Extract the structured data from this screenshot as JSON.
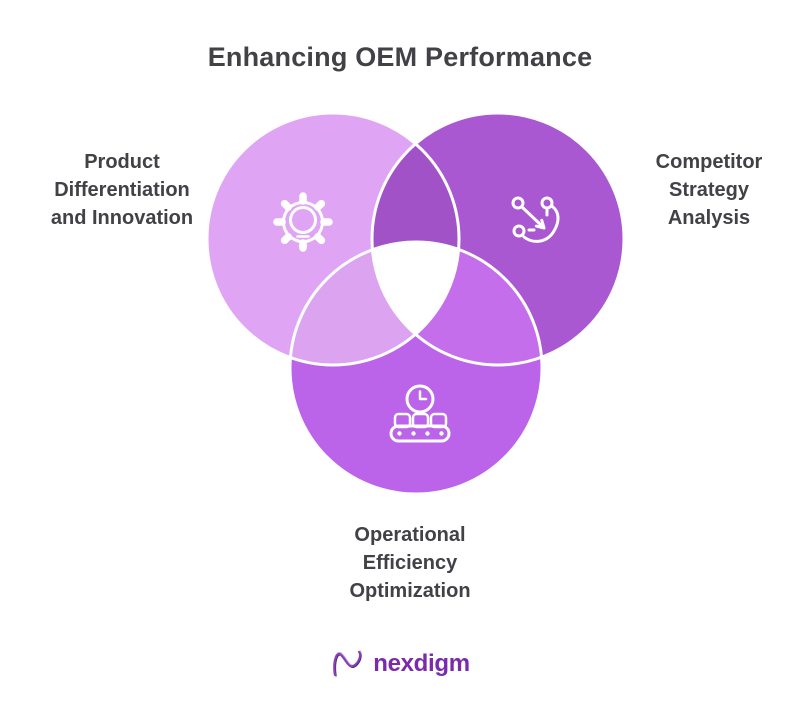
{
  "title": "Enhancing OEM Performance",
  "colors": {
    "left_circle": "#e0a4f4",
    "right_circle": "#a958d1",
    "bottom_circle": "#bb63e9",
    "left_right_overlap": "#a152c6",
    "left_bottom_overlap": "#dba3f0",
    "right_bottom_overlap": "#c56eec",
    "center_overlap": "#ffffff",
    "label_text": "#414146",
    "brand_text": "#7a2bac"
  },
  "venn": {
    "left": {
      "label_lines": [
        "Product",
        "Differentiation",
        "and Innovation"
      ],
      "icon": "gear-lightbulb-icon"
    },
    "right": {
      "label_lines": [
        "Competitor",
        "Strategy",
        "Analysis"
      ],
      "icon": "strategy-arrows-icon"
    },
    "bottom": {
      "label_lines": [
        "Operational",
        "Efficiency",
        "Optimization"
      ],
      "icon": "conveyor-clock-icon"
    }
  },
  "footer": {
    "brand": "nexdigm"
  }
}
